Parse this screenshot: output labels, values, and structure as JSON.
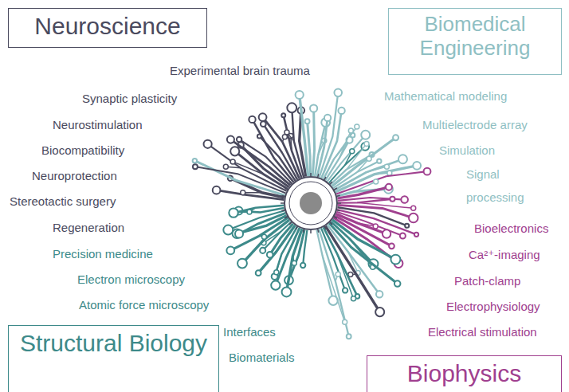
{
  "diagram": {
    "nodes": [
      {
        "text": [
          "Neuroscience"
        ]
      },
      {
        "text": [
          "Biomedical Engineering"
        ]
      },
      {
        "text": [
          "Structural Biology"
        ]
      },
      {
        "text": [
          "Biophysics"
        ]
      }
    ],
    "labels": [
      "Experimental brain trauma",
      "Synaptic plasticity",
      "Neurostimulation",
      "Biocompatibility",
      "Neuroprotection",
      "Stereotactic surgery",
      "Regeneration",
      "Precision medicine",
      "Electron microscopy",
      "Atomic force microscopy",
      "Interfaces",
      "Biomaterials",
      "Mathematical modeling",
      "Multielectrode array",
      "Simulation",
      "Signal processing",
      "Bioelectronics",
      "Ca²⁺-imaging",
      "Patch-clamp",
      "Electrophysiology",
      "Electrical stimulation"
    ]
  }
}
